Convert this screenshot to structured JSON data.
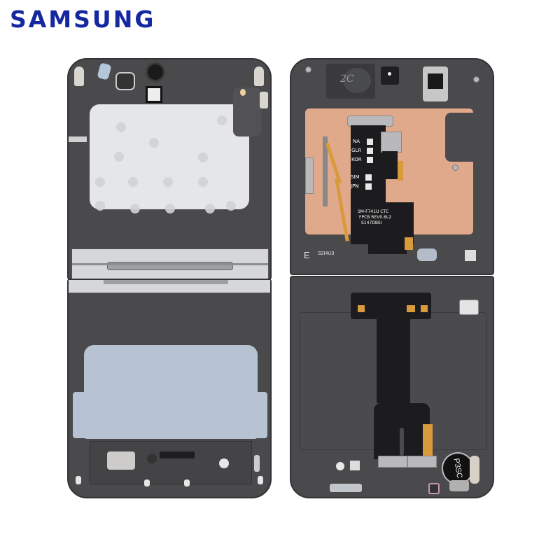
{
  "brand": {
    "logo_text": "SAMSUNG",
    "color": "#1428a0"
  },
  "product": {
    "left_assembly": {
      "description": "rear frame, display side",
      "top_half_shield_color": "#e4e6e9",
      "bottom_half_shield_color": "#b7c3d3",
      "hinge_color": "#c9cacd"
    },
    "right_assembly": {
      "description": "rear frame, component side",
      "copper_shield_color": "#e0a98c",
      "flex_labels": [
        "NA",
        "GLR",
        "KOR",
        "SIM",
        "JPN"
      ],
      "flex_print": [
        "SM-F741U CTC",
        "FPCB REV0.6L2",
        "S147DBSI"
      ],
      "frame_marking_letter": "E",
      "frame_marking_code": "S2I4U3",
      "vibration_motor_label": "P3SC",
      "hand_written_marking": "2C"
    }
  }
}
